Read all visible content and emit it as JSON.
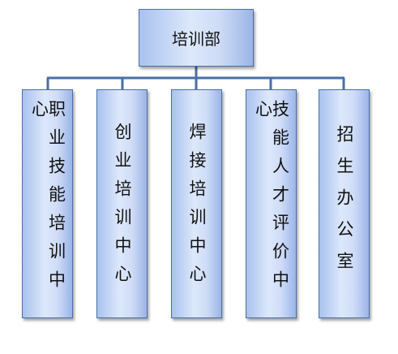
{
  "org_chart": {
    "root": {
      "label": "培训部"
    },
    "children": [
      {
        "label": "职业技能培训中心"
      },
      {
        "label": "创业培训中心"
      },
      {
        "label": "焊接培训中心"
      },
      {
        "label": "技能人才评价中心"
      },
      {
        "label": "招生办公室"
      }
    ],
    "colors": {
      "box_fill_light": "#dde8fb",
      "box_fill_dark": "#9bb5e6",
      "box_border": "#4a6fa5",
      "connector": "#4a6fa5"
    }
  }
}
